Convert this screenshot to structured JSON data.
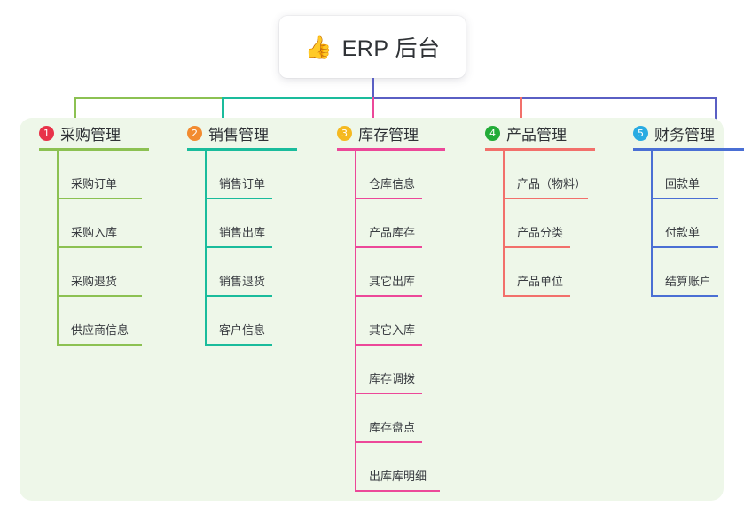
{
  "root": {
    "icon": "thumbs-up-icon",
    "emoji": "👍",
    "title": "ERP 后台"
  },
  "palette": {
    "panel_background": "#eef7e9",
    "page_background": "#ffffff",
    "root_stem": "#5a5fc4",
    "text": "#2f3236"
  },
  "columns": [
    {
      "index": "1",
      "title": "采购管理",
      "badge_color": "#e8334a",
      "line_color": "#8cc152",
      "items": [
        {
          "label": "采购订单"
        },
        {
          "label": "采购入库"
        },
        {
          "label": "采购退货"
        },
        {
          "label": "供应商信息"
        }
      ]
    },
    {
      "index": "2",
      "title": "销售管理",
      "badge_color": "#f28b30",
      "line_color": "#1abc9c",
      "items": [
        {
          "label": "销售订单"
        },
        {
          "label": "销售出库"
        },
        {
          "label": "销售退货"
        },
        {
          "label": "客户信息"
        }
      ]
    },
    {
      "index": "3",
      "title": "库存管理",
      "badge_color": "#f5b921",
      "line_color": "#ec4899",
      "items": [
        {
          "label": "仓库信息"
        },
        {
          "label": "产品库存"
        },
        {
          "label": "其它出库"
        },
        {
          "label": "其它入库"
        },
        {
          "label": "库存调拨"
        },
        {
          "label": "库存盘点"
        },
        {
          "label": "出库库明细"
        }
      ]
    },
    {
      "index": "4",
      "title": "产品管理",
      "badge_color": "#22ac38",
      "line_color": "#f2706b",
      "items": [
        {
          "label": "产品（物料）"
        },
        {
          "label": "产品分类"
        },
        {
          "label": "产品单位"
        }
      ]
    },
    {
      "index": "5",
      "title": "财务管理",
      "badge_color": "#29abe2",
      "line_color": "#4a6fd4",
      "items": [
        {
          "label": "回款单"
        },
        {
          "label": "付款单"
        },
        {
          "label": "结算账户"
        }
      ]
    }
  ]
}
